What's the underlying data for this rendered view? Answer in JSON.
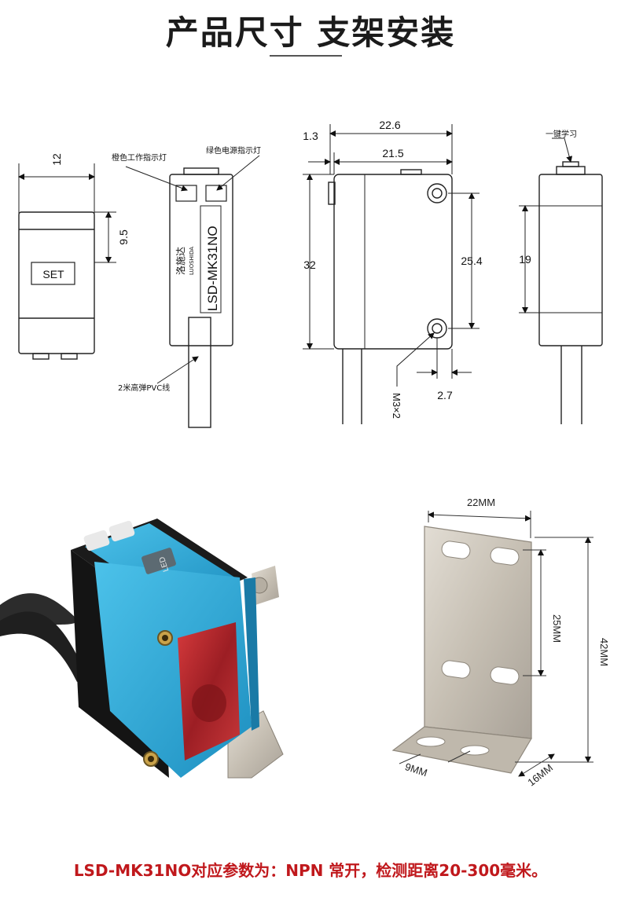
{
  "header": {
    "title": "产品尺寸  支架安装"
  },
  "front_view": {
    "width_dim": "12",
    "height_dim": "9.5",
    "set_label": "SET"
  },
  "back_view": {
    "work_led_label": "橙色工作指示灯",
    "power_led_label": "绿色电源指示灯",
    "brand_cn": "洛施达",
    "brand_en": "LUOSHIDA",
    "model": "LSD-MK31NO",
    "cable_label": "2米高弹PVC线"
  },
  "side_view": {
    "dim_total_width": "22.6",
    "dim_offset": "1.3",
    "dim_inner_width": "21.5",
    "dim_height": "32",
    "dim_hole_spacing": "25.4",
    "dim_hole_edge": "2.7",
    "screw_label": "M3×2"
  },
  "right_view": {
    "button_label": "一键学习",
    "dim_height": "19"
  },
  "bracket": {
    "dim_width": "22MM",
    "dim_slot_spacing": "25MM",
    "dim_height": "42MM",
    "dim_bottom_slot": "9MM",
    "dim_foot": "16MM"
  },
  "sensor_photo": {
    "label_on_sensor": "LED"
  },
  "footer": {
    "spec_text": "LSD-MK31NO对应参数为：NPN 常开，检测距离20-300毫米。"
  },
  "colors": {
    "sensor_blue": "#2fa8d8",
    "lens_red": "#b8252a",
    "footer_red": "#c0181c",
    "bracket_steel": "#c9c2b8"
  }
}
